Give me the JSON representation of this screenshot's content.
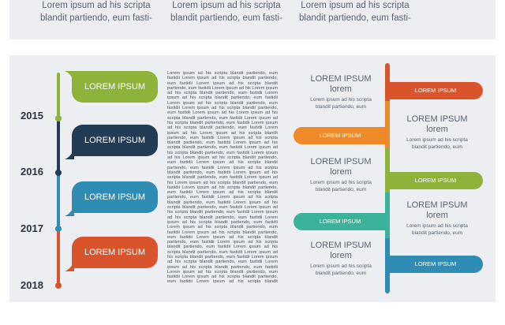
{
  "top": {
    "columns": [
      {
        "line1": "Lorem ipsum ad his scripta",
        "line2": "blandit partiendo, eum fasti-"
      },
      {
        "line1": "Lorem ipsum ad his scripta",
        "line2": "blandit partiendo, eum fasti-"
      },
      {
        "line1": "Lorem ipsum ad his scripta",
        "line2": "blandit partiendo, eum fasti-"
      }
    ]
  },
  "left_timeline": {
    "years": [
      "2015",
      "2016",
      "2017",
      "2018"
    ],
    "bubbles": [
      {
        "label": "LOREM IPSUM",
        "color": "#8db33a"
      },
      {
        "label": "LOREM IPSUM",
        "color": "#233c56"
      },
      {
        "label": "LOREM IPSUM",
        "color": "#2f8db5"
      },
      {
        "label": "LOREM IPSUM",
        "color": "#d9532b"
      }
    ]
  },
  "middle": {
    "text": "Lorem ipsum ad his scripta blandit partiendo, eum fastidii Lorem ipsum ad his scripta blandit partiendo, eum fastidii Lorem ipsum ad his scripta blandit partiendo, eum fastidii Lorem ipsum ad his Lorem ipsum ad his scripta blandit partiendo, eum fastidii Lorem ipsum ad his scripta blandit partiendo, eum fastidii Lorem ipsum ad his scripta blandit partiendo, eum fastidii Lorem ipsum ad his scripta blandit partiendo, eum fastidii Lorem ipsum ad his Lorem ipsum ad his scripta blandit partiendo, eum fastidii Lorem ipsum ad his scripta blandit partiendo, eum fastidii Lorem ipsum ad his scripta blandit partiendo, eum fastidii Lorem ipsum ad his Lorem ipsum ad his scripta blandit partiendo, eum fastidii Lorem ipsum ad his scripta blandit partiendo, eum fastidii Lorem ipsum ad his scripta blandit partiendo, eum fastidii Lorem ipsum ad his scripta blandit partiendo, eum fastidii Lorem ipsum ad his Lorem ipsum ad his scripta blandit partiendo, eum fastidii Lorem ipsum ad his scripta blandit partiendo, eum fastidii Lorem ipsum ad his scripta blandit partiendo, eum fastidii Lorem ipsum ad his scripta blandit partiendo, eum fastidii Lorem ipsum ad his Lorem ipsum ad his scripta blandit partiendo, eum fastidii Lorem ipsum ad his scripta blandit partiendo, eum fastidii Lorem ipsum ad his scripta blandit partiendo, eum fastidii Lorem ipsum ad his scripta blandit partiendo, eum fastidii Lorem ipsum ad his scripta blandit partiendo, eum fastidii Lorem ipsum ad his scripta blandit partiendo, eum fastidii Lorem ipsum ad his scripta blandit partiendo, eum fastidii Lorem ipsum ad his scripta blandit partiendo, eum fastidii Lorem ipsum ad his scripta blandit partiendo, eum fastidii Lorem ipsum ad his scripta blandit partiendo, eum fastidii Lorem ipsum ad his scripta blandit partiendo, eum fastidii Lorem ipsum ad his scripta blandit partiendo, eum fastidii Lorem ipsum ad his scripta blandit partiendo, eum fastidii Lorem ipsum ad his scripta blandit partiendo, eum fastidii Lorem ipsum ad his scripta blandit partiendo, eum fastidii Lorem ipsum ad his scripta blandit partiendo, eum fastidii Lorem ipsum ad his scripta blandit partiendo, eum fastidii Lorem ipsum ad his scripta blandit partiendo, eum fastidii Lorem ipsum ad his scripta blandit partiendo, eum fastidii Lorem ipsum ad his scripta blandit partiendo, eum fastidii Lorem ipsum ad his scripta blandit partiendo, eum fastidii Lorem ipsum ad his scripta blandit partiendo, eum fastidii Lorem ipsum ad his"
  },
  "right_timeline": {
    "tabs": [
      {
        "label": "LOREM IPSUM",
        "color": "#d9532b"
      },
      {
        "label": "LOREM IPSUM",
        "color": "#ef8a2a"
      },
      {
        "label": "LOREM IPSUM",
        "color": "#8db33a"
      },
      {
        "label": "LOREM IPSUM",
        "color": "#3bb39a"
      },
      {
        "label": "LOREM IPSUM",
        "color": "#2f8db5"
      }
    ],
    "blocks": [
      {
        "title": "LOREM IPSUM",
        "subtitle": "lorem",
        "body1": "Lorem ipsum ad his scripta",
        "body2": "blandit partiendo, eum"
      },
      {
        "title": "LOREM IPSUM",
        "subtitle": "lorem",
        "body1": "Lorem ipsum ad his scripta",
        "body2": "blandit partiendo, eum"
      },
      {
        "title": "LOREM IPSUM",
        "subtitle": "lorem",
        "body1": "Lorem ipsum ad his scripta",
        "body2": "blandit partiendo, eum"
      },
      {
        "title": "LOREM IPSUM",
        "subtitle": "lorem",
        "body1": "Lorem ipsum ad his scripta",
        "body2": "blandit partiendo, eum"
      },
      {
        "title": "LOREM IPSUM",
        "subtitle": "lorem",
        "body1": "Lorem ipsum ad his scripta",
        "body2": "blandit partiendo, eum"
      }
    ]
  }
}
